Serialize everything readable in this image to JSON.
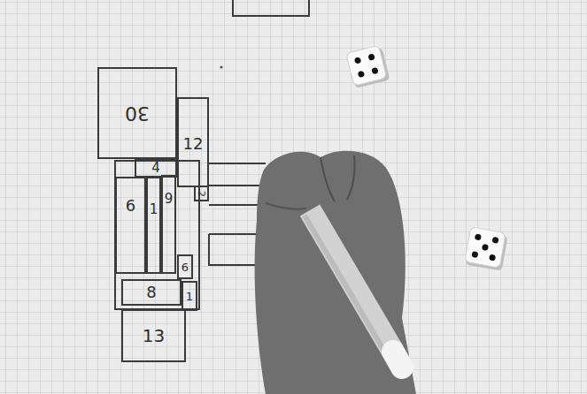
{
  "diagram": {
    "nodes": [
      {
        "text": [
          "30"
        ]
      },
      {
        "text": [
          "12"
        ]
      },
      {
        "text": [
          "4"
        ]
      },
      {
        "text": [
          "6"
        ]
      },
      {
        "text": [
          "9"
        ]
      },
      {
        "text": [
          "1"
        ]
      },
      {
        "text": [
          "2"
        ]
      },
      {
        "text": [
          "6"
        ]
      },
      {
        "text": [
          "8"
        ]
      },
      {
        "text": [
          "1"
        ]
      },
      {
        "text": [
          "13"
        ]
      }
    ]
  }
}
